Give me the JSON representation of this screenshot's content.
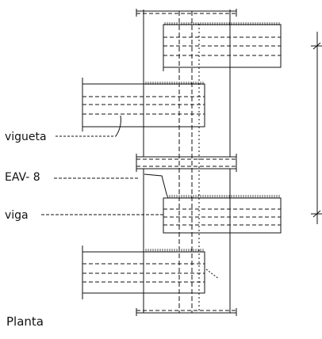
{
  "drawing": {
    "labels": {
      "vigueta": "vigueta",
      "eav": "EAV- 8",
      "viga": "viga"
    },
    "caption": "Planta"
  },
  "colors": {
    "ink": "#111111",
    "paper": "#ffffff"
  }
}
